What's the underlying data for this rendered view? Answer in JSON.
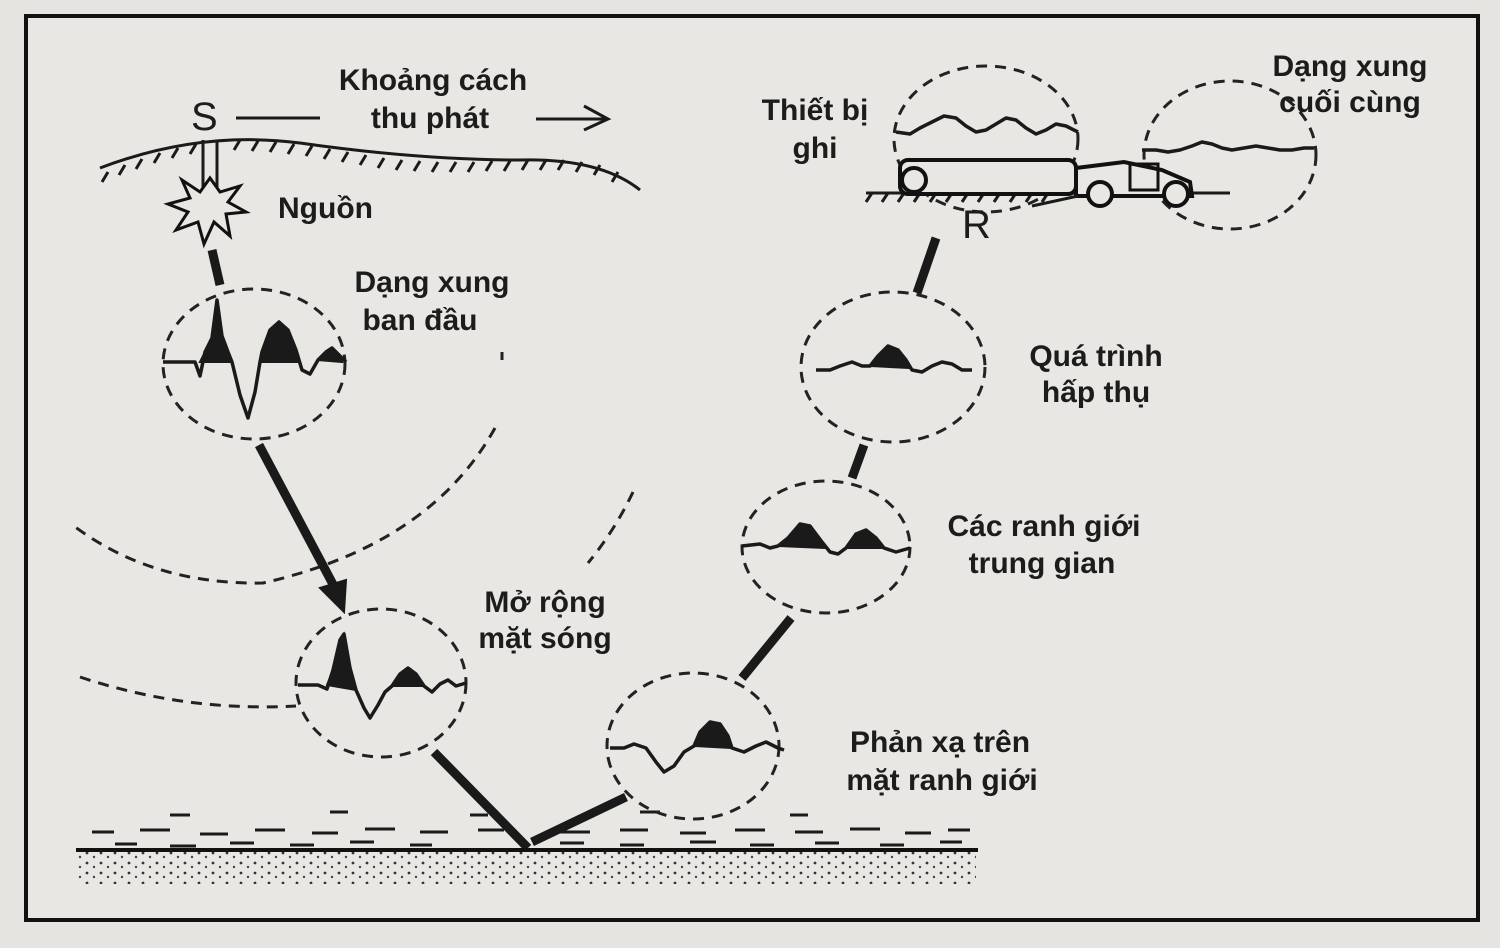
{
  "labels": {
    "source": "S",
    "receiver": "R",
    "offset_line1": "Khoảng cách",
    "offset_line2": "thu phát",
    "source_name": "Nguồn",
    "initial_pulse_line1": "Dạng xung",
    "initial_pulse_line2": "ban đầu",
    "spreading_line1": "Mở rộng",
    "spreading_line2": "mặt sóng",
    "reflection_line1": "Phản xạ trên",
    "reflection_line2": "mặt ranh giới",
    "boundaries_line1": "Các ranh giới",
    "boundaries_line2": "trung gian",
    "absorption_line1": "Quá trình",
    "absorption_line2": "hấp thụ",
    "recorder_line1": "Thiết bị",
    "recorder_line2": "ghi",
    "final_pulse_line1": "Dạng xung",
    "final_pulse_line2": "cuối cùng"
  },
  "colors": {
    "background": "#e6e4e1",
    "ink": "#1a1a1a"
  }
}
